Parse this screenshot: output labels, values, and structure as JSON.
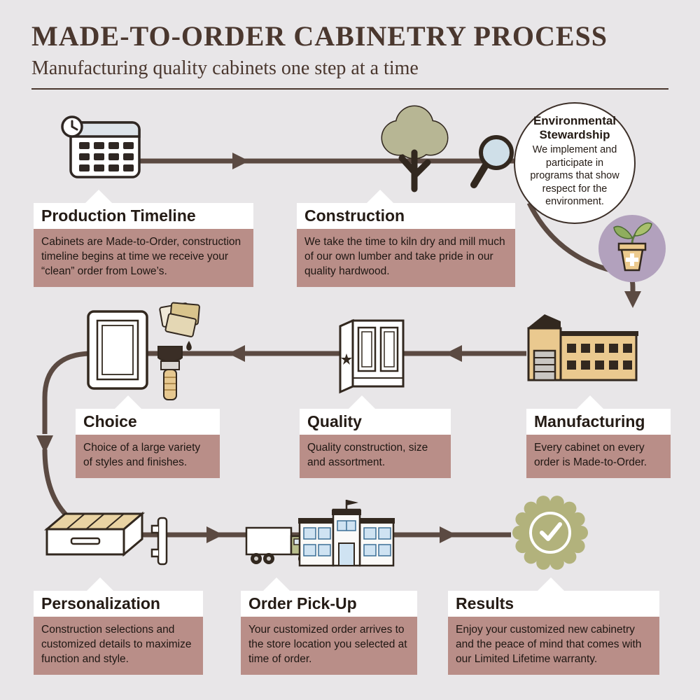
{
  "header": {
    "title": "MADE-TO-ORDER CABINETRY PROCESS",
    "subtitle": "Manufacturing quality cabinets one step at a time"
  },
  "callout": {
    "title": "Environmental Stewardship",
    "text": "We implement and participate in programs that show respect for the environment."
  },
  "steps": [
    {
      "name": "Production Timeline",
      "description": "Cabinets are Made-to-Order, construction timeline begins at time we receive your “clean” order  from Lowe’s."
    },
    {
      "name": "Construction",
      "description": "We take the time to kiln dry and mill much of our own lumber and take pride in our quality hardwood."
    },
    {
      "name": "Choice",
      "description": "Choice of a large variety of styles and finishes."
    },
    {
      "name": "Quality",
      "description": "Quality construction, size and assortment."
    },
    {
      "name": "Manufacturing",
      "description": "Every cabinet on every order is Made-to-Order."
    },
    {
      "name": "Personalization",
      "description": "Construction selections and customized details to maximize function and style."
    },
    {
      "name": "Order Pick-Up",
      "description": "Your customized order arrives to the store location you selected at time of order."
    },
    {
      "name": "Results",
      "description": "Enjoy  your customized new cabinetry and the peace of mind that comes with our Limited Lifetime warranty."
    }
  ],
  "icons": {
    "production_timeline": "calendar-clock-icon",
    "construction": "tree-icon",
    "inspection": "magnifier-icon",
    "stewardship": "plant-pot-icon",
    "manufacturing": "factory-icon",
    "quality": "cabinet-icon",
    "choice": "door-swatches-brush-icon",
    "personalization": "drawer-hinge-icon",
    "order_pickup": "truck-store-icon",
    "results": "seal-check-icon"
  },
  "colors": {
    "background": "#E8E6E8",
    "ink": "#4A372E",
    "box_mauve": "#B98E88",
    "flow_line": "#5B4A42",
    "tree_green": "#B7B694",
    "seal_olive": "#B2B27C",
    "plant_lavender": "#B2A1BD",
    "building_tan": "#EAC98F",
    "window_blue": "#CFE3F2"
  }
}
